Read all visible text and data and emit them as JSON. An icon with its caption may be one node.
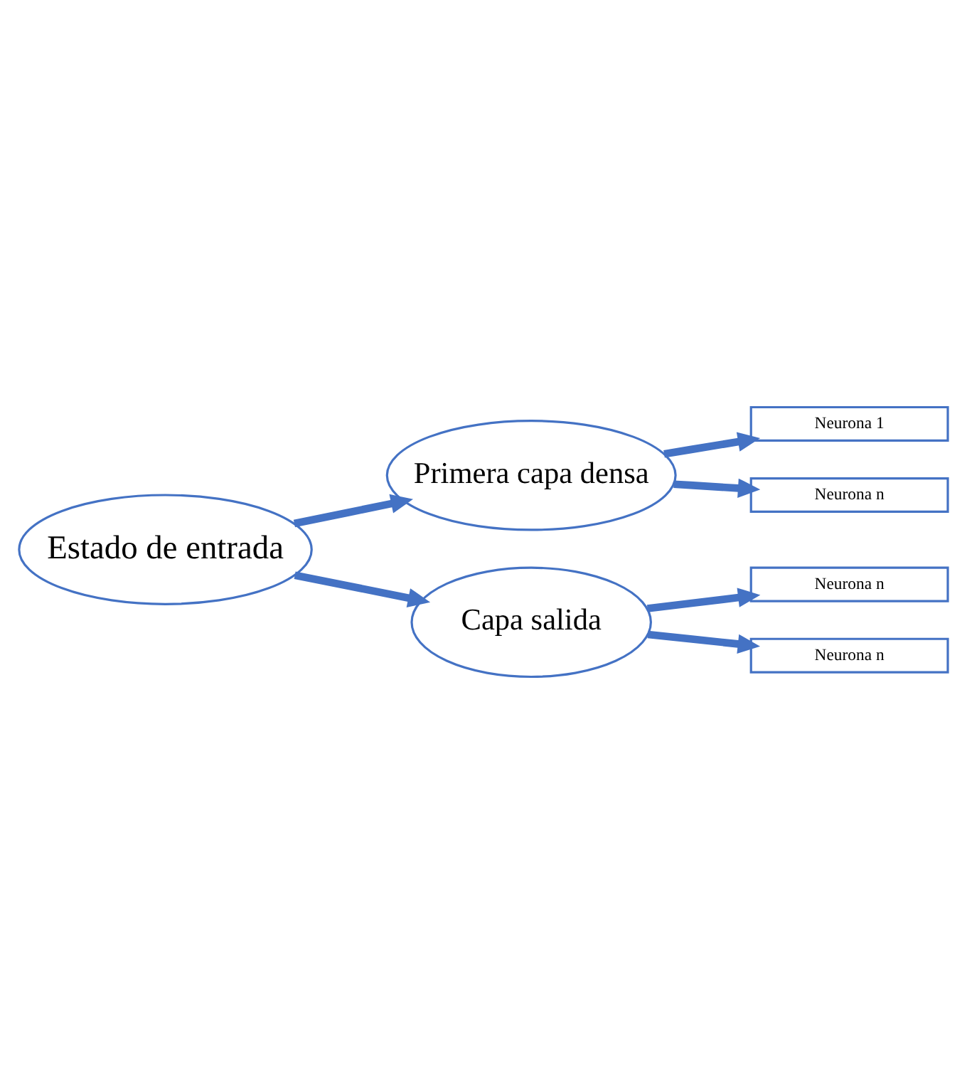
{
  "diagram": {
    "nodes": [
      {
        "text": [
          "Estado de entrada"
        ]
      },
      {
        "text": [
          "Primera capa densa"
        ]
      },
      {
        "text": [
          "Neurona 1"
        ]
      },
      {
        "text": [
          "Neurona n"
        ]
      },
      {
        "text": [
          "Capa salida"
        ]
      },
      {
        "text": [
          "Neurona n"
        ]
      },
      {
        "text": [
          "Neurona n"
        ]
      }
    ],
    "edges": [
      {
        "from": 0,
        "to": 1,
        "arrow": "to"
      },
      {
        "from": 1,
        "to": 2,
        "arrow": "to"
      },
      {
        "from": 1,
        "to": 3,
        "arrow": "to"
      },
      {
        "from": 0,
        "to": 4,
        "arrow": "to"
      },
      {
        "from": 4,
        "to": 5,
        "arrow": "to"
      },
      {
        "from": 4,
        "to": 6,
        "arrow": "to"
      }
    ]
  }
}
